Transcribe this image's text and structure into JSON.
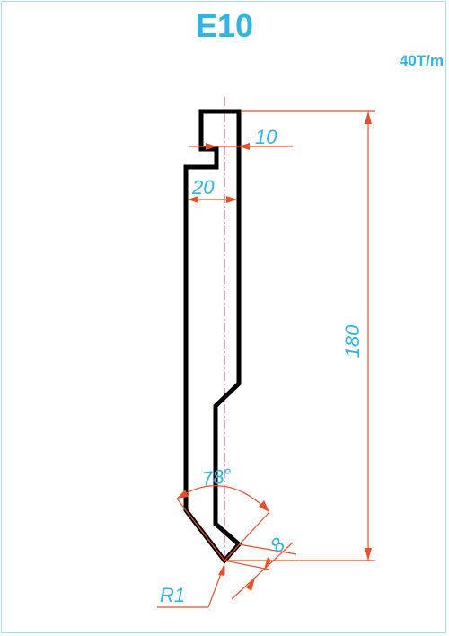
{
  "title": "E10",
  "capacity": "40T/m",
  "dimensions": {
    "top_step": "10",
    "upper_width": "20",
    "height": "180",
    "angle": "78°",
    "tip_width": "8",
    "tip_radius": "R1"
  },
  "colors": {
    "title": "#2fb5e4",
    "dimension_line": "#e8502a",
    "dimension_text": "#2fb5e4",
    "outline": "#000000",
    "centerline": "#b04aa0",
    "frame": "#a9dde4"
  }
}
